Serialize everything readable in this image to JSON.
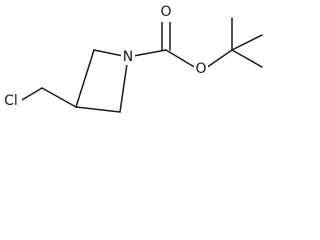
{
  "molecule": {
    "atoms": {
      "nitrogen": "N",
      "carbonyl_oxygen": "O",
      "ester_oxygen": "O",
      "chlorine": "Cl"
    }
  },
  "colors": {
    "ink": "#1a1a1a",
    "background": "#ffffff"
  }
}
